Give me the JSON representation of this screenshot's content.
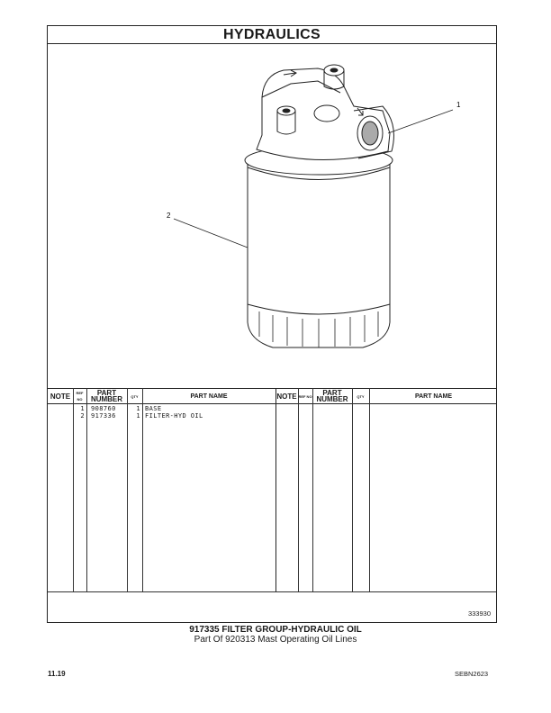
{
  "section_title": "HYDRAULICS",
  "callouts": [
    "1",
    "2"
  ],
  "table": {
    "headers": {
      "note": "NOTE",
      "ref_no": "REF NO",
      "part_number": "PART NUMBER",
      "qty": "QTY",
      "part_name": "PART NAME"
    },
    "rows": [
      {
        "ref": "1",
        "part_number": "908760",
        "qty": "1",
        "part_name": "BASE"
      },
      {
        "ref": "2",
        "part_number": "917336",
        "qty": "1",
        "part_name": "FILTER-HYD OIL"
      }
    ]
  },
  "illustration_number": "333930",
  "caption": {
    "group": "917335 FILTER GROUP-HYDRAULIC OIL",
    "part_of": "Part Of 920313 Mast Operating Oil Lines"
  },
  "page_number": "11.19",
  "document_code": "SEBN2623"
}
